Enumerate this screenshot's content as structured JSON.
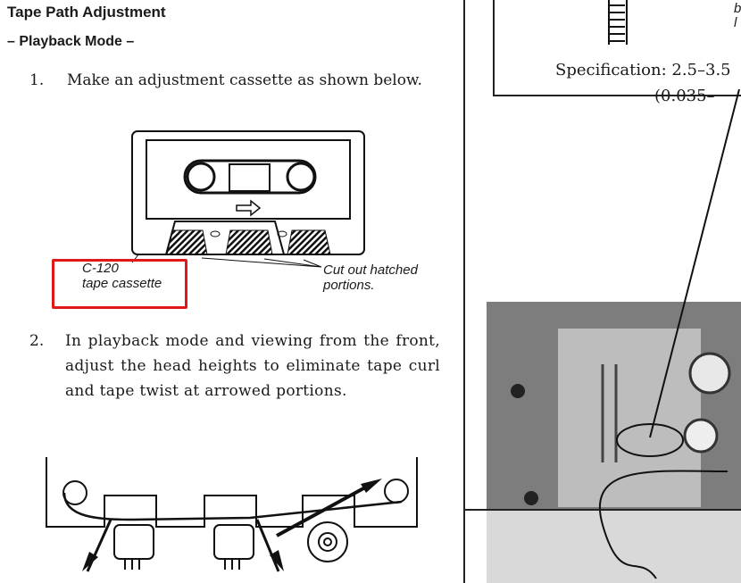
{
  "heading": "Tape Path Adjustment",
  "subheading": "– Playback Mode –",
  "steps": [
    {
      "number": "1.",
      "text": "Make an adjustment cassette as shown below."
    },
    {
      "number": "2.",
      "text": "In playback mode and viewing from the front, adjust the head heights to eliminate tape curl and tape twist at arrowed portions."
    }
  ],
  "figure1": {
    "cassette_label_line1": "C-120",
    "cassette_label_line2": "tape cassette",
    "cut_label_line1": "Cut out hatched",
    "cut_label_line2": "portions."
  },
  "right_panel": {
    "spec_line1": "Specification:  2.5–3.5",
    "spec_line2": "(0.035–",
    "partial_label_line1": "b",
    "partial_label_line2": "l"
  },
  "colors": {
    "highlight": "#e01818"
  }
}
